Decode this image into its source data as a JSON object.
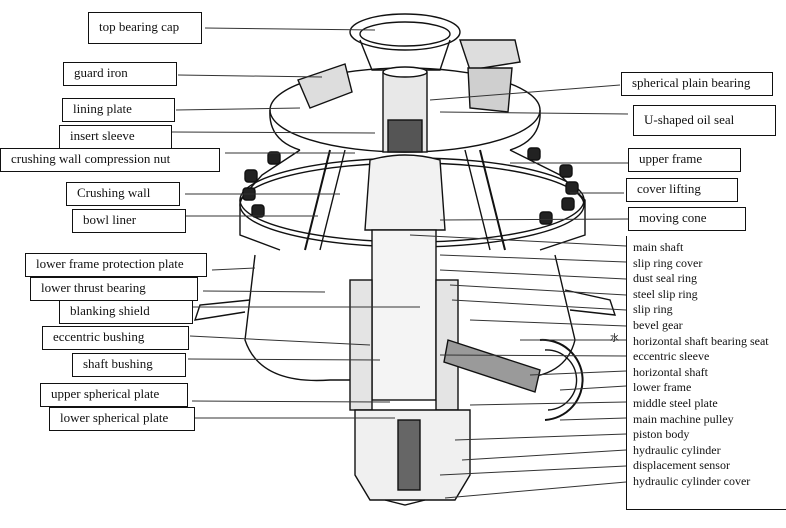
{
  "diagram": {
    "subject": "cone crusher cross-section",
    "left_labels": [
      {
        "id": "top-bearing-cap",
        "text": "top bearing cap"
      },
      {
        "id": "guard-iron",
        "text": "guard iron"
      },
      {
        "id": "lining-plate",
        "text": "lining plate"
      },
      {
        "id": "insert-sleeve",
        "text": "insert sleeve"
      },
      {
        "id": "crushing-wall-compression-nut",
        "text": "crushing wall compression nut"
      },
      {
        "id": "crushing-wall",
        "text": "Crushing wall"
      },
      {
        "id": "bowl-liner",
        "text": "bowl liner"
      },
      {
        "id": "lower-frame-protection-plate",
        "text": "lower frame protection plate"
      },
      {
        "id": "lower-thrust-bearing",
        "text": "lower thrust bearing"
      },
      {
        "id": "blanking-shield",
        "text": "blanking shield"
      },
      {
        "id": "eccentric-bushing",
        "text": "eccentric bushing"
      },
      {
        "id": "shaft-bushing",
        "text": "shaft bushing"
      },
      {
        "id": "upper-spherical-plate",
        "text": "upper spherical plate"
      },
      {
        "id": "lower-spherical-plate",
        "text": "lower spherical plate"
      }
    ],
    "right_labels": [
      {
        "id": "spherical-plain-bearing",
        "text": "spherical plain bearing"
      },
      {
        "id": "u-shaped-oil-seal",
        "text": "U-shaped oil seal"
      },
      {
        "id": "upper-frame",
        "text": "upper frame"
      },
      {
        "id": "cover-lifting",
        "text": "cover lifting"
      },
      {
        "id": "moving-cone",
        "text": "moving cone"
      }
    ],
    "right_list": [
      "main shaft",
      "slip ring cover",
      "dust seal ring",
      "steel slip ring",
      "slip ring",
      "bevel gear",
      "horizontal shaft bearing seat",
      "eccentric sleeve",
      "horizontal shaft",
      "lower frame",
      "middle steel plate",
      "main machine pulley",
      "piston body",
      "hydraulic cylinder",
      "displacement sensor",
      "hydraulic cylinder cover"
    ],
    "annotation": "水"
  }
}
